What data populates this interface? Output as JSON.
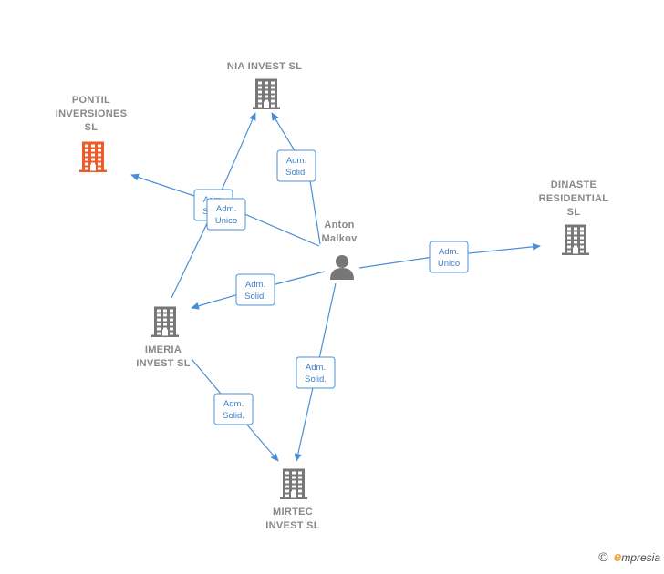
{
  "nodes": {
    "nia": {
      "lines": [
        "NIA INVEST  SL"
      ],
      "color": "#777777",
      "icon": "building-icon"
    },
    "pontil": {
      "lines": [
        "PONTIL",
        "INVERSIONES",
        "SL"
      ],
      "color": "#f05a28",
      "icon": "building-icon"
    },
    "dinaste": {
      "lines": [
        "DINASTE",
        "RESIDENTIAL",
        "SL"
      ],
      "color": "#777777",
      "icon": "building-icon"
    },
    "anton": {
      "lines": [
        "Anton",
        "Malkov"
      ],
      "color": "#777777",
      "icon": "person-icon"
    },
    "imeria": {
      "lines": [
        "IMERIA",
        "INVEST  SL"
      ],
      "color": "#777777",
      "icon": "building-icon"
    },
    "mirtec": {
      "lines": [
        "MIRTEC",
        "INVEST  SL"
      ],
      "color": "#777777",
      "icon": "building-icon"
    }
  },
  "edges": [
    {
      "id": "anton-nia",
      "lines": [
        "Adm.",
        "Solid."
      ]
    },
    {
      "id": "anton-pontil",
      "lines": [
        "Adm.",
        "Solid."
      ]
    },
    {
      "id": "imeria-nia",
      "lines": [
        "Adm.",
        "Unico"
      ]
    },
    {
      "id": "anton-dinaste",
      "lines": [
        "Adm.",
        "Unico"
      ]
    },
    {
      "id": "anton-imeria",
      "lines": [
        "Adm.",
        "Solid."
      ]
    },
    {
      "id": "anton-mirtec",
      "lines": [
        "Adm.",
        "Solid."
      ]
    },
    {
      "id": "imeria-mirtec",
      "lines": [
        "Adm.",
        "Solid."
      ]
    }
  ],
  "footer": {
    "copyright": "©",
    "brand_initial": "e",
    "brand_rest": "mpresia"
  }
}
